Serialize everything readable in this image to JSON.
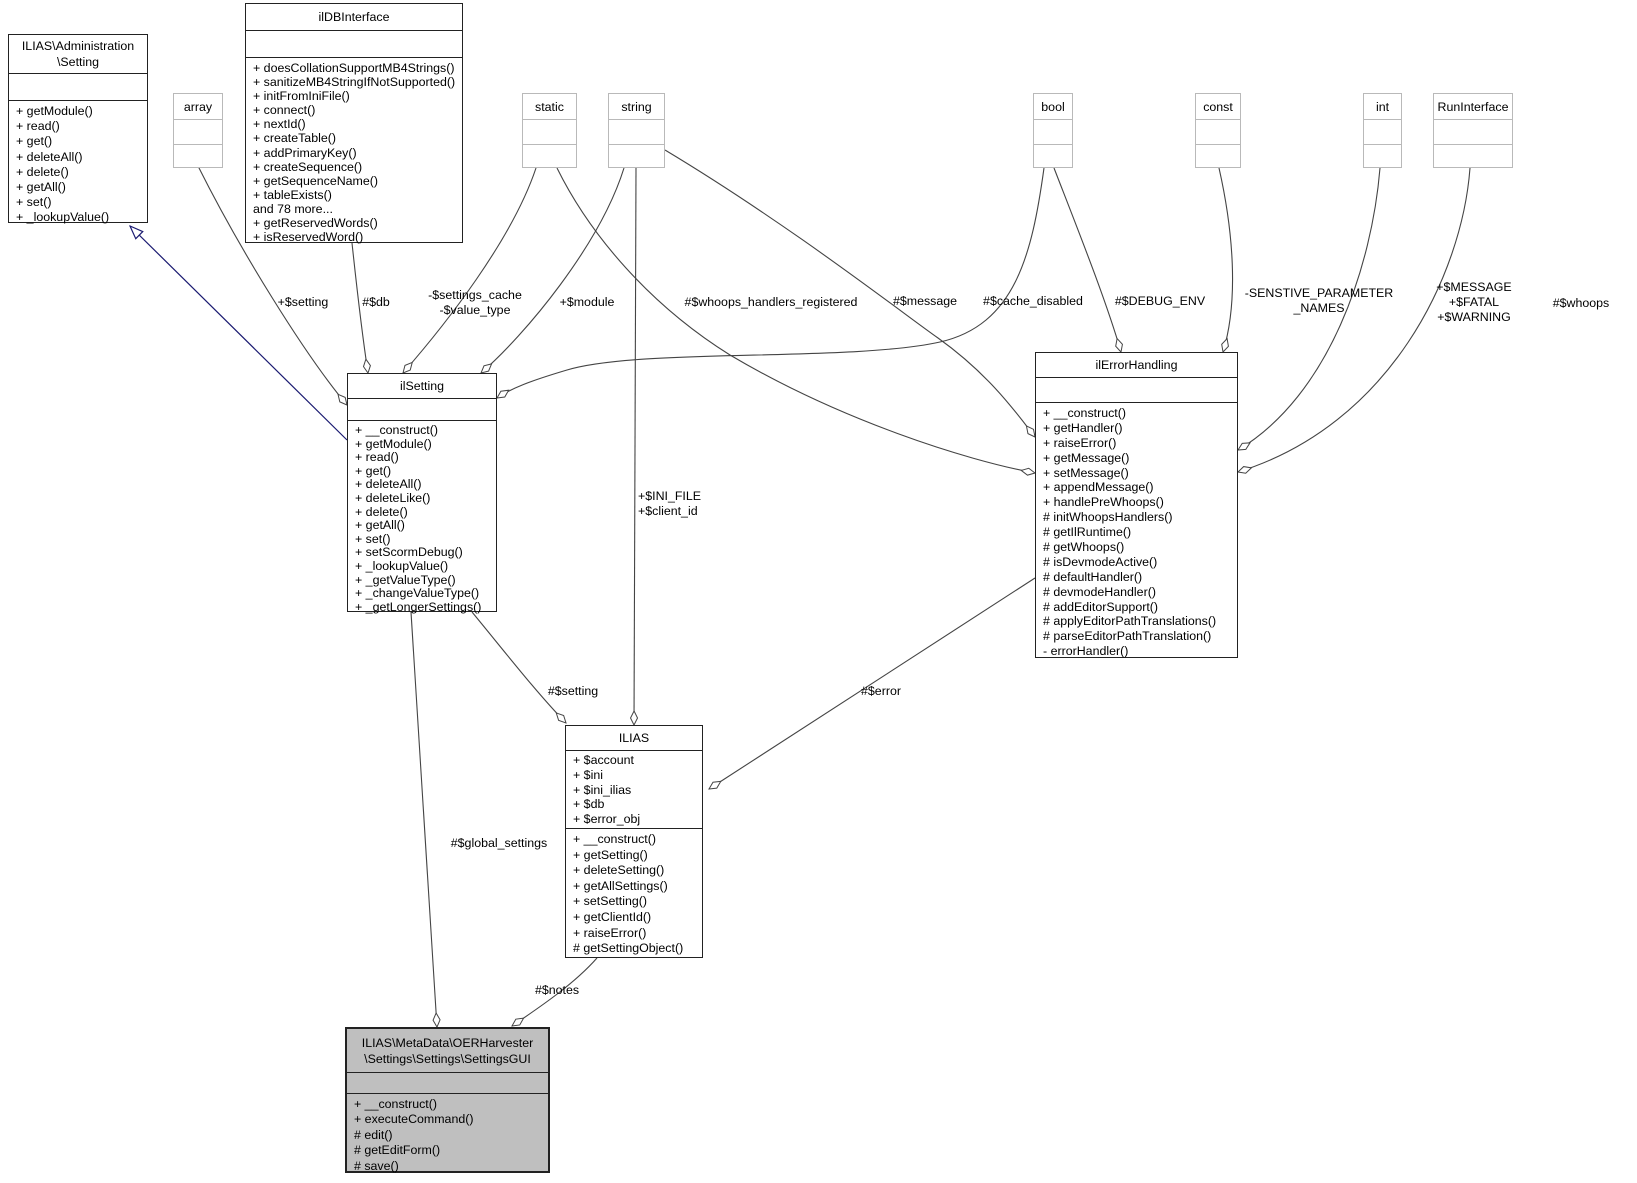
{
  "colors": {
    "edge": "#444444",
    "inheritance": "#191970",
    "type_node_border": "#b9b9b9",
    "highlight_fill": "#bfbfbf",
    "box_border": "#222222"
  },
  "classes": {
    "admin": {
      "title": "ILIAS\\Administration\n\\Setting",
      "attributes": [],
      "methods": [
        "+ getModule()",
        "+ read()",
        "+ get()",
        "+ deleteAll()",
        "+ delete()",
        "+ getAll()",
        "+ set()",
        "+ _lookupValue()"
      ]
    },
    "ildb": {
      "title": "ilDBInterface",
      "attributes": [],
      "methods": [
        "+ doesCollationSupportMB4Strings()",
        "+ sanitizeMB4StringIfNotSupported()",
        "+ initFromIniFile()",
        "+ connect()",
        "+ nextId()",
        "+ createTable()",
        "+ addPrimaryKey()",
        "+ createSequence()",
        "+ getSequenceName()",
        "+ tableExists()",
        "and 78 more...",
        "+ getReservedWords()",
        "+ isReservedWord()"
      ]
    },
    "ilsetting": {
      "title": "ilSetting",
      "attributes": [],
      "methods": [
        "+ __construct()",
        "+ getModule()",
        "+ read()",
        "+ get()",
        "+ deleteAll()",
        "+ deleteLike()",
        "+ delete()",
        "+ getAll()",
        "+ set()",
        "+ setScormDebug()",
        "+ _lookupValue()",
        "+ _getValueType()",
        "+ _changeValueType()",
        "+ _getLongerSettings()"
      ]
    },
    "ilerror": {
      "title": "ilErrorHandling",
      "attributes": [],
      "methods": [
        "+ __construct()",
        "+ getHandler()",
        "+ raiseError()",
        "+ getMessage()",
        "+ setMessage()",
        "+ appendMessage()",
        "+ handlePreWhoops()",
        "# initWhoopsHandlers()",
        "# getIlRuntime()",
        "# getWhoops()",
        "# isDevmodeActive()",
        "# defaultHandler()",
        "# devmodeHandler()",
        "# addEditorSupport()",
        "# applyEditorPathTranslations()",
        "# parseEditorPathTranslation()",
        "- errorHandler()"
      ]
    },
    "ilias": {
      "title": "ILIAS",
      "attributes": [
        "+ $account",
        "+ $ini",
        "+ $ini_ilias",
        "+ $db",
        "+ $error_obj"
      ],
      "methods": [
        "+ __construct()",
        "+ getSetting()",
        "+ deleteSetting()",
        "+ getAllSettings()",
        "+ setSetting()",
        "+ getClientId()",
        "+ raiseError()",
        "# getSettingObject()"
      ]
    },
    "gui": {
      "title": "ILIAS\\MetaData\\OERHarvester\n\\Settings\\Settings\\SettingsGUI",
      "attributes": [],
      "methods": [
        "+ __construct()",
        "+ executeCommand()",
        "# edit()",
        "# getEditForm()",
        "# save()"
      ]
    }
  },
  "type_nodes": {
    "array": "array",
    "static": "static",
    "string": "string",
    "bool": "bool",
    "const": "const",
    "int": "int",
    "runinterface": "RunInterface"
  },
  "edge_labels": {
    "setting": "+$setting",
    "db": "#$db",
    "settings_cache": "-$settings_cache\n-$value_type",
    "module": "+$module",
    "whoops_handlers": "#$whoops_handlers_registered",
    "message": "#$message",
    "cache_disabled": "#$cache_disabled",
    "debug_env": "#$DEBUG_ENV",
    "senstive": "-SENSTIVE_PARAMETER\n_NAMES",
    "message_fatal_warning": "+$MESSAGE\n+$FATAL\n+$WARNING",
    "whoops": "#$whoops",
    "ini_file": "+$INI_FILE\n+$client_id",
    "setting2": "#$setting",
    "error": "#$error",
    "global_settings": "#$global_settings",
    "notes": "#$notes"
  }
}
